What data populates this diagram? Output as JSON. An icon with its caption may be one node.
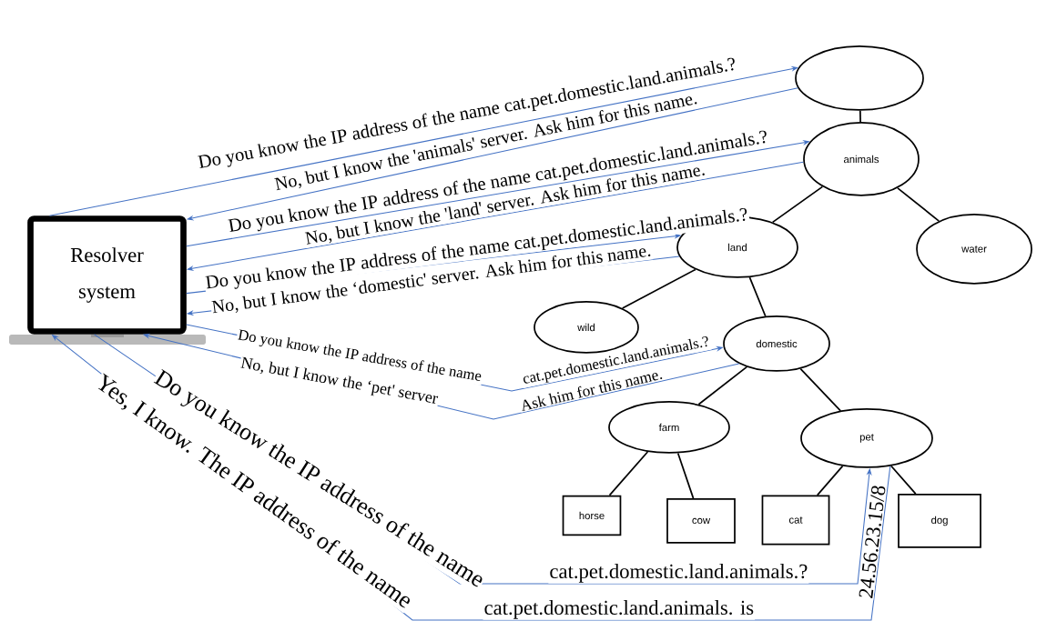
{
  "diagram": {
    "nodes": [
      {
        "text": [
          "Resolver system"
        ]
      },
      {
        "text": [],
        "shape": "ellipse"
      },
      {
        "text": [
          "animals"
        ]
      },
      {
        "text": [
          "land"
        ]
      },
      {
        "text": [
          "water"
        ]
      },
      {
        "text": [
          "wild"
        ]
      },
      {
        "text": [
          "domestic"
        ]
      },
      {
        "text": [
          "farm"
        ]
      },
      {
        "text": [
          "pet"
        ]
      },
      {
        "text": [
          "horse"
        ]
      },
      {
        "text": [
          "cow"
        ]
      },
      {
        "text": [
          "cat"
        ]
      },
      {
        "text": [
          "dog"
        ]
      }
    ],
    "edges": [
      {
        "from": 0,
        "to": 1,
        "arrow": "to",
        "color": "#4472c4",
        "label": "Do you know the IP address of the name cat.pet.domestic.land.animals.?"
      },
      {
        "from": 1,
        "to": 0,
        "arrow": "to",
        "color": "#4472c4",
        "label": "No, but I know the 'animals' server. Ask him for this name."
      },
      {
        "from": 0,
        "to": 2,
        "arrow": "to",
        "color": "#4472c4",
        "label": "Do you know the IP address of the name cat.pet.domestic.land.animals.?"
      },
      {
        "from": 2,
        "to": 0,
        "arrow": "to",
        "color": "#4472c4",
        "label": "No, but I know the 'land' server. Ask him for this name."
      },
      {
        "from": 0,
        "to": 3,
        "arrow": "to",
        "color": "#4472c4",
        "label": "Do you know the IP address of the name cat.pet.domestic.land.animals.?"
      },
      {
        "from": 3,
        "to": 0,
        "arrow": "to",
        "color": "#4472c4",
        "label": "No, but I know the ‘domestic' server. Ask him for this name."
      },
      {
        "from": 0,
        "to": 6,
        "arrow": "to",
        "color": "#4472c4",
        "label": "Do you know the IP address of the name"
      },
      {
        "from": 6,
        "to": 0,
        "arrow": "to",
        "color": "#4472c4",
        "label": "No, but I know the ‘pet' server"
      },
      {
        "from": 0,
        "to": 8,
        "arrow": "to",
        "color": "#4472c4",
        "label": "Do you know the IP address of the name"
      },
      {
        "from": 8,
        "to": 0,
        "arrow": "to",
        "color": "#4472c4",
        "label": "Yes, I know. The IP address of the name"
      },
      {
        "from": 1,
        "to": 2,
        "arrow": "none"
      },
      {
        "from": 2,
        "to": 3,
        "arrow": "none"
      },
      {
        "from": 2,
        "to": 4,
        "arrow": "none"
      },
      {
        "from": 3,
        "to": 5,
        "arrow": "none"
      },
      {
        "from": 3,
        "to": 6,
        "arrow": "none"
      },
      {
        "from": 6,
        "to": 7,
        "arrow": "none"
      },
      {
        "from": 6,
        "to": 8,
        "arrow": "none"
      },
      {
        "from": 7,
        "to": 9,
        "arrow": "none"
      },
      {
        "from": 7,
        "to": 10,
        "arrow": "none"
      },
      {
        "from": 8,
        "to": 11,
        "arrow": "none"
      },
      {
        "from": 8,
        "to": 12,
        "arrow": "none"
      }
    ],
    "labels": [
      "cat.pet.domestic.land.animals.?",
      "Ask him for this name.",
      "cat.pet.domestic.land.animals.?",
      "24.56.23.15/8",
      "cat.pet.domestic.land.animals. is"
    ]
  }
}
